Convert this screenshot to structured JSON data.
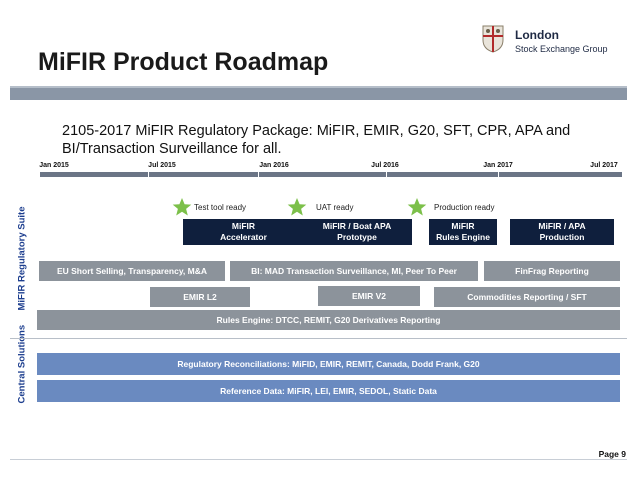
{
  "slide": {
    "title": "MiFIR Product Roadmap",
    "subtitle": "2105-2017 MiFIR Regulatory Package: MiFIR, EMIR, G20, SFT, CPR, APA and BI/Transaction Surveillance for all.",
    "page": "Page 9"
  },
  "logo": {
    "name": "London",
    "sub": "Stock Exchange Group"
  },
  "timeline": {
    "labels": [
      "Jan 2015",
      "Jul 2015",
      "Jan 2016",
      "Jul 2016",
      "Jan 2017",
      "Jul 2017"
    ]
  },
  "milestones": {
    "stars": [
      "Test tool ready",
      "UAT ready",
      "Production ready"
    ],
    "boxes": [
      {
        "line1": "MiFIR",
        "line2": "Accelerator"
      },
      {
        "line1": "MiFIR / Boat APA",
        "line2": "Prototype"
      },
      {
        "line1": "MiFIR",
        "line2": "Rules Engine"
      },
      {
        "line1": "MiFIR / APA",
        "line2": "Production"
      }
    ]
  },
  "sections": {
    "regulatory": "MiFIR Regulatory Suite",
    "central": "Central Solutions"
  },
  "bars": {
    "eu_short": "EU Short Selling, Transparency, M&A",
    "bi_mad": "BI: MAD Transaction Surveillance, MI, Peer To Peer",
    "finfrag": "FinFrag Reporting",
    "emir_l2": "EMIR L2",
    "emir_v2": "EMIR V2",
    "commodities": "Commodities Reporting / SFT",
    "rules_engine": "Rules Engine: DTCC, REMIT, G20 Derivatives Reporting",
    "reconciliations": "Regulatory Reconciliations: MiFID, EMIR, REMIT, Canada, Dodd Frank, G20",
    "reference": "Reference Data: MiFIR, LEI, EMIR, SEDOL, Static Data"
  },
  "colors": {
    "navy": "#0f1f3d",
    "gray": "#8c939b",
    "blue": "#6a8ac0",
    "star": "#7cc04a",
    "section": "#1e3f8f"
  }
}
